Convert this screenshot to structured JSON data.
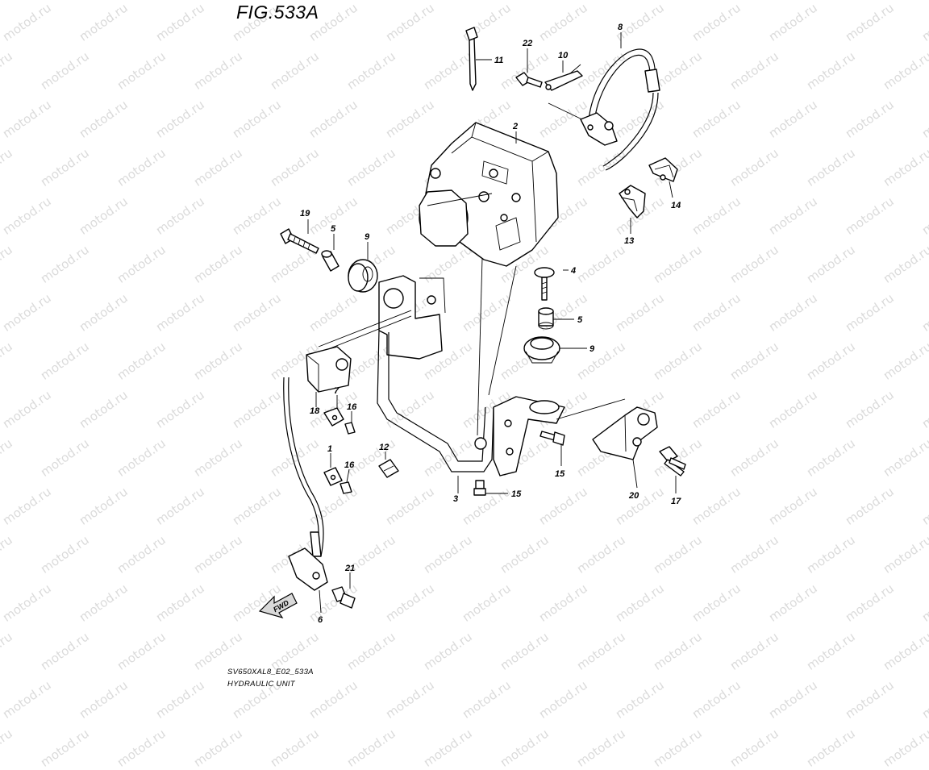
{
  "figure": {
    "title": "FIG.533A",
    "model_code": "SV650XAL8_E02_533A",
    "section_name": "HYDRAULIC UNIT",
    "fwd_label": "FWD"
  },
  "watermark": {
    "text": "motod.ru"
  },
  "callouts": {
    "c1": "1",
    "c2": "2",
    "c3": "3",
    "c4": "4",
    "c5a": "5",
    "c5b": "5",
    "c6": "6",
    "c7": "7",
    "c8": "8",
    "c9a": "9",
    "c9b": "9",
    "c10": "10",
    "c11": "11",
    "c12": "12",
    "c13": "13",
    "c14": "14",
    "c15a": "15",
    "c15b": "15",
    "c16a": "16",
    "c16b": "16",
    "c17": "17",
    "c18": "18",
    "c19": "19",
    "c20": "20",
    "c21": "21",
    "c22": "22"
  }
}
